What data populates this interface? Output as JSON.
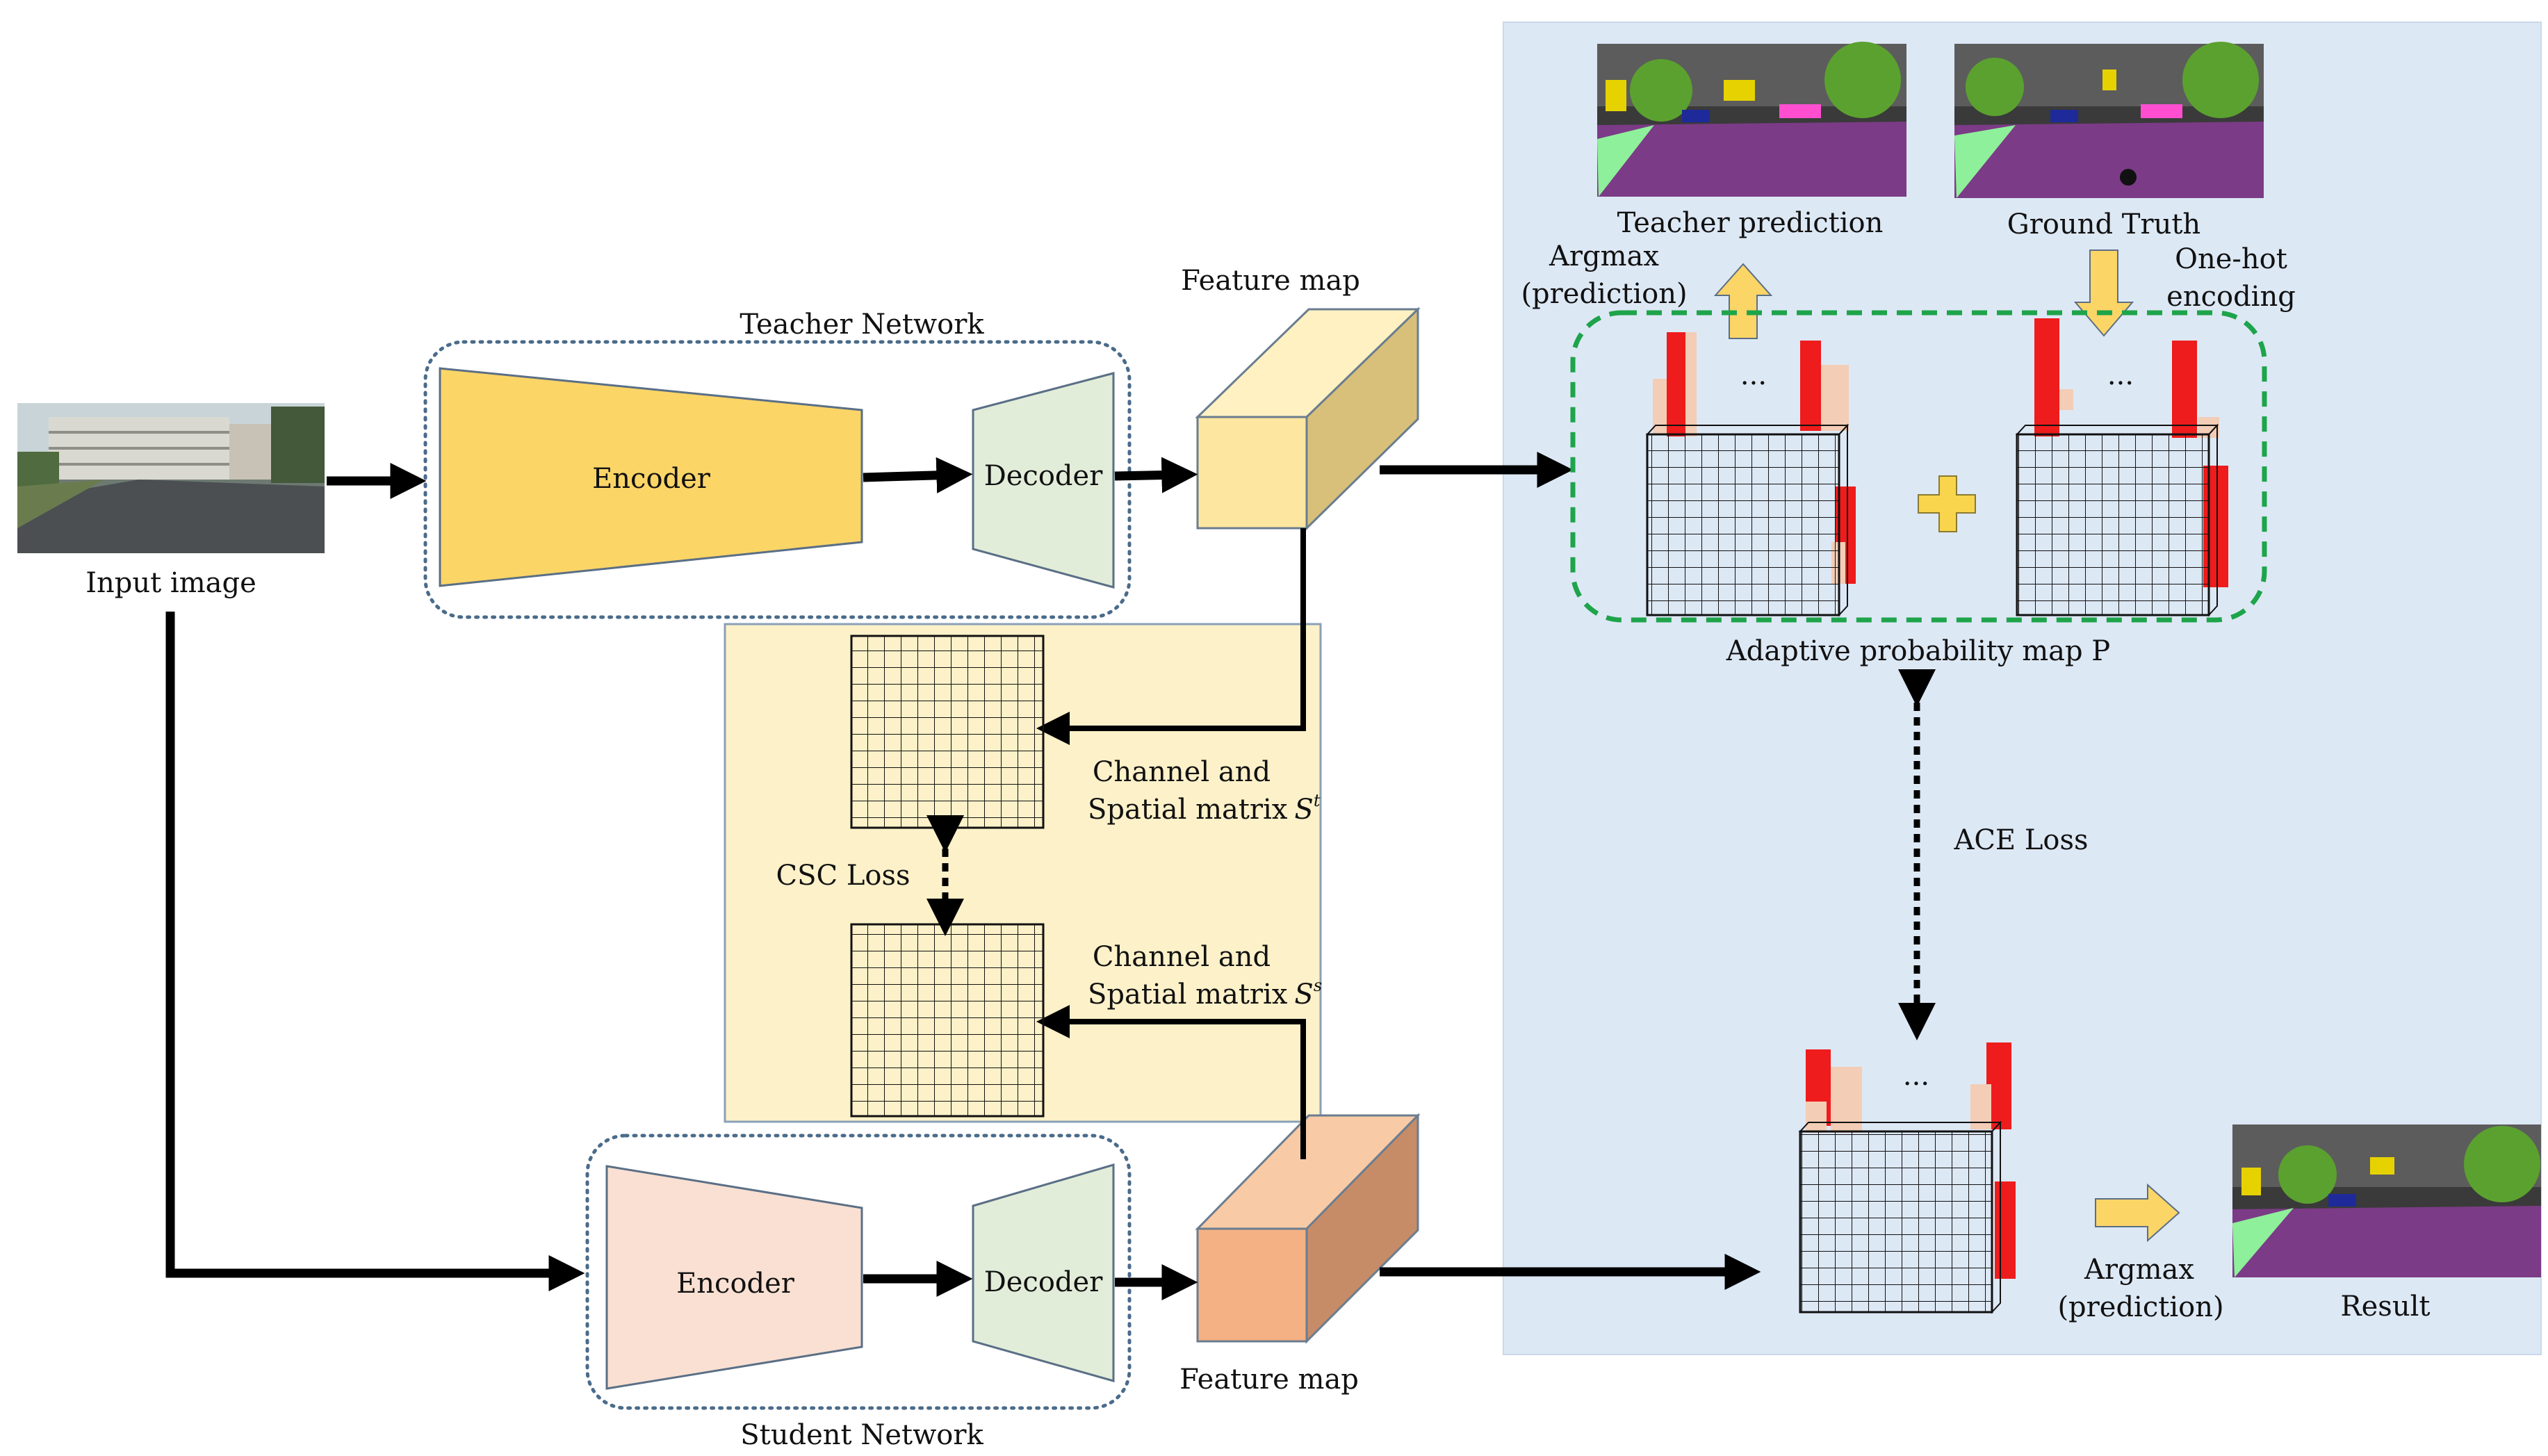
{
  "labels": {
    "input_image": "Input image",
    "teacher_network": "Teacher Network",
    "student_network": "Student Network",
    "encoder": "Encoder",
    "decoder": "Decoder",
    "feature_map": "Feature map",
    "channel_spatial": "Channel and",
    "spatial_matrix": "Spatial matrix",
    "s_t_sym": "S",
    "s_t_sup": "t",
    "s_s_sup": "s",
    "csc_loss": "CSC Loss",
    "ace_loss": "ACE Loss",
    "teacher_prediction": "Teacher prediction",
    "ground_truth": "Ground Truth",
    "argmax": "Argmax",
    "prediction_paren": "(prediction)",
    "one_hot": "One-hot",
    "encoding": "encoding",
    "adaptive_map": "Adaptive probability map P",
    "ellipsis": "···",
    "result": "Result"
  },
  "colors": {
    "teacher_encoder": "#fcd567",
    "student_encoder": "#f9e0d2",
    "decoder": "#e2edd9",
    "teacher_feature": "#fde7a0",
    "student_feature": "#f4b183",
    "csc_panel": "#fdf1c9",
    "ace_panel": "#dde8f5",
    "green_dash": "#1ea44a",
    "plus": "#f9d54d",
    "red_bar": "#ee1c1c",
    "pale_bar": "#f3cdb6",
    "seg_road": "#7b3b86",
    "seg_sky": "#3a3a3a",
    "seg_tree": "#5ba12f",
    "seg_grass": "#8ef09a"
  }
}
